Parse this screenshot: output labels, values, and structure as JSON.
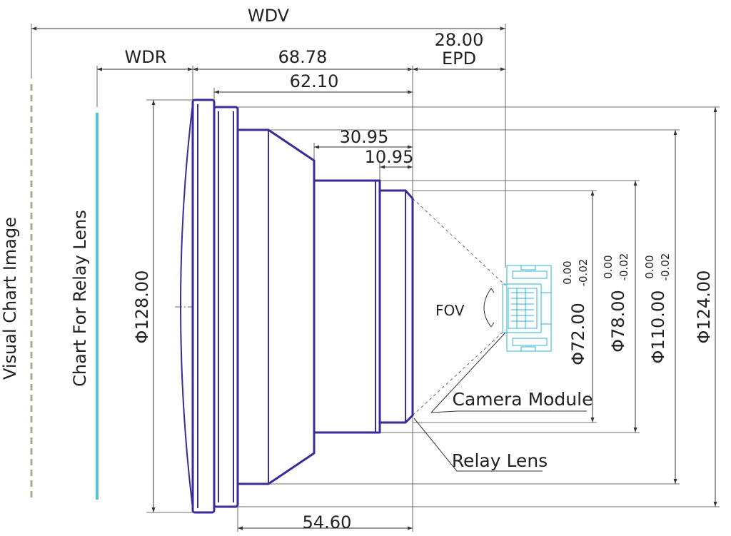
{
  "labels": {
    "visual_chart": "Visual Chart Image",
    "chart_relay": "Chart For Relay Lens",
    "camera_module": "Camera Module",
    "relay_lens": "Relay Lens",
    "fov": "FOV"
  },
  "dims": {
    "wdv": "WDV",
    "wdr": "WDR",
    "d6878": "68.78",
    "d6210": "62.10",
    "d2800": "28.00",
    "epd": "EPD",
    "d3095": "30.95",
    "d1095": "10.95",
    "d5460": "54.60",
    "phi128": "Φ128.00",
    "phi72": "Φ72.00",
    "phi78": "Φ78.00",
    "phi110": "Φ110.00",
    "phi124": "Φ124.00",
    "tol_hi": "0.00",
    "tol_lo": "-0.02"
  },
  "colors": {
    "lens_outline": "#3a2a9a",
    "chart_relay_bar": "#5bc2d0",
    "visual_chart_bar": "#b5a48e",
    "camera_module": "#2ab3d8"
  }
}
